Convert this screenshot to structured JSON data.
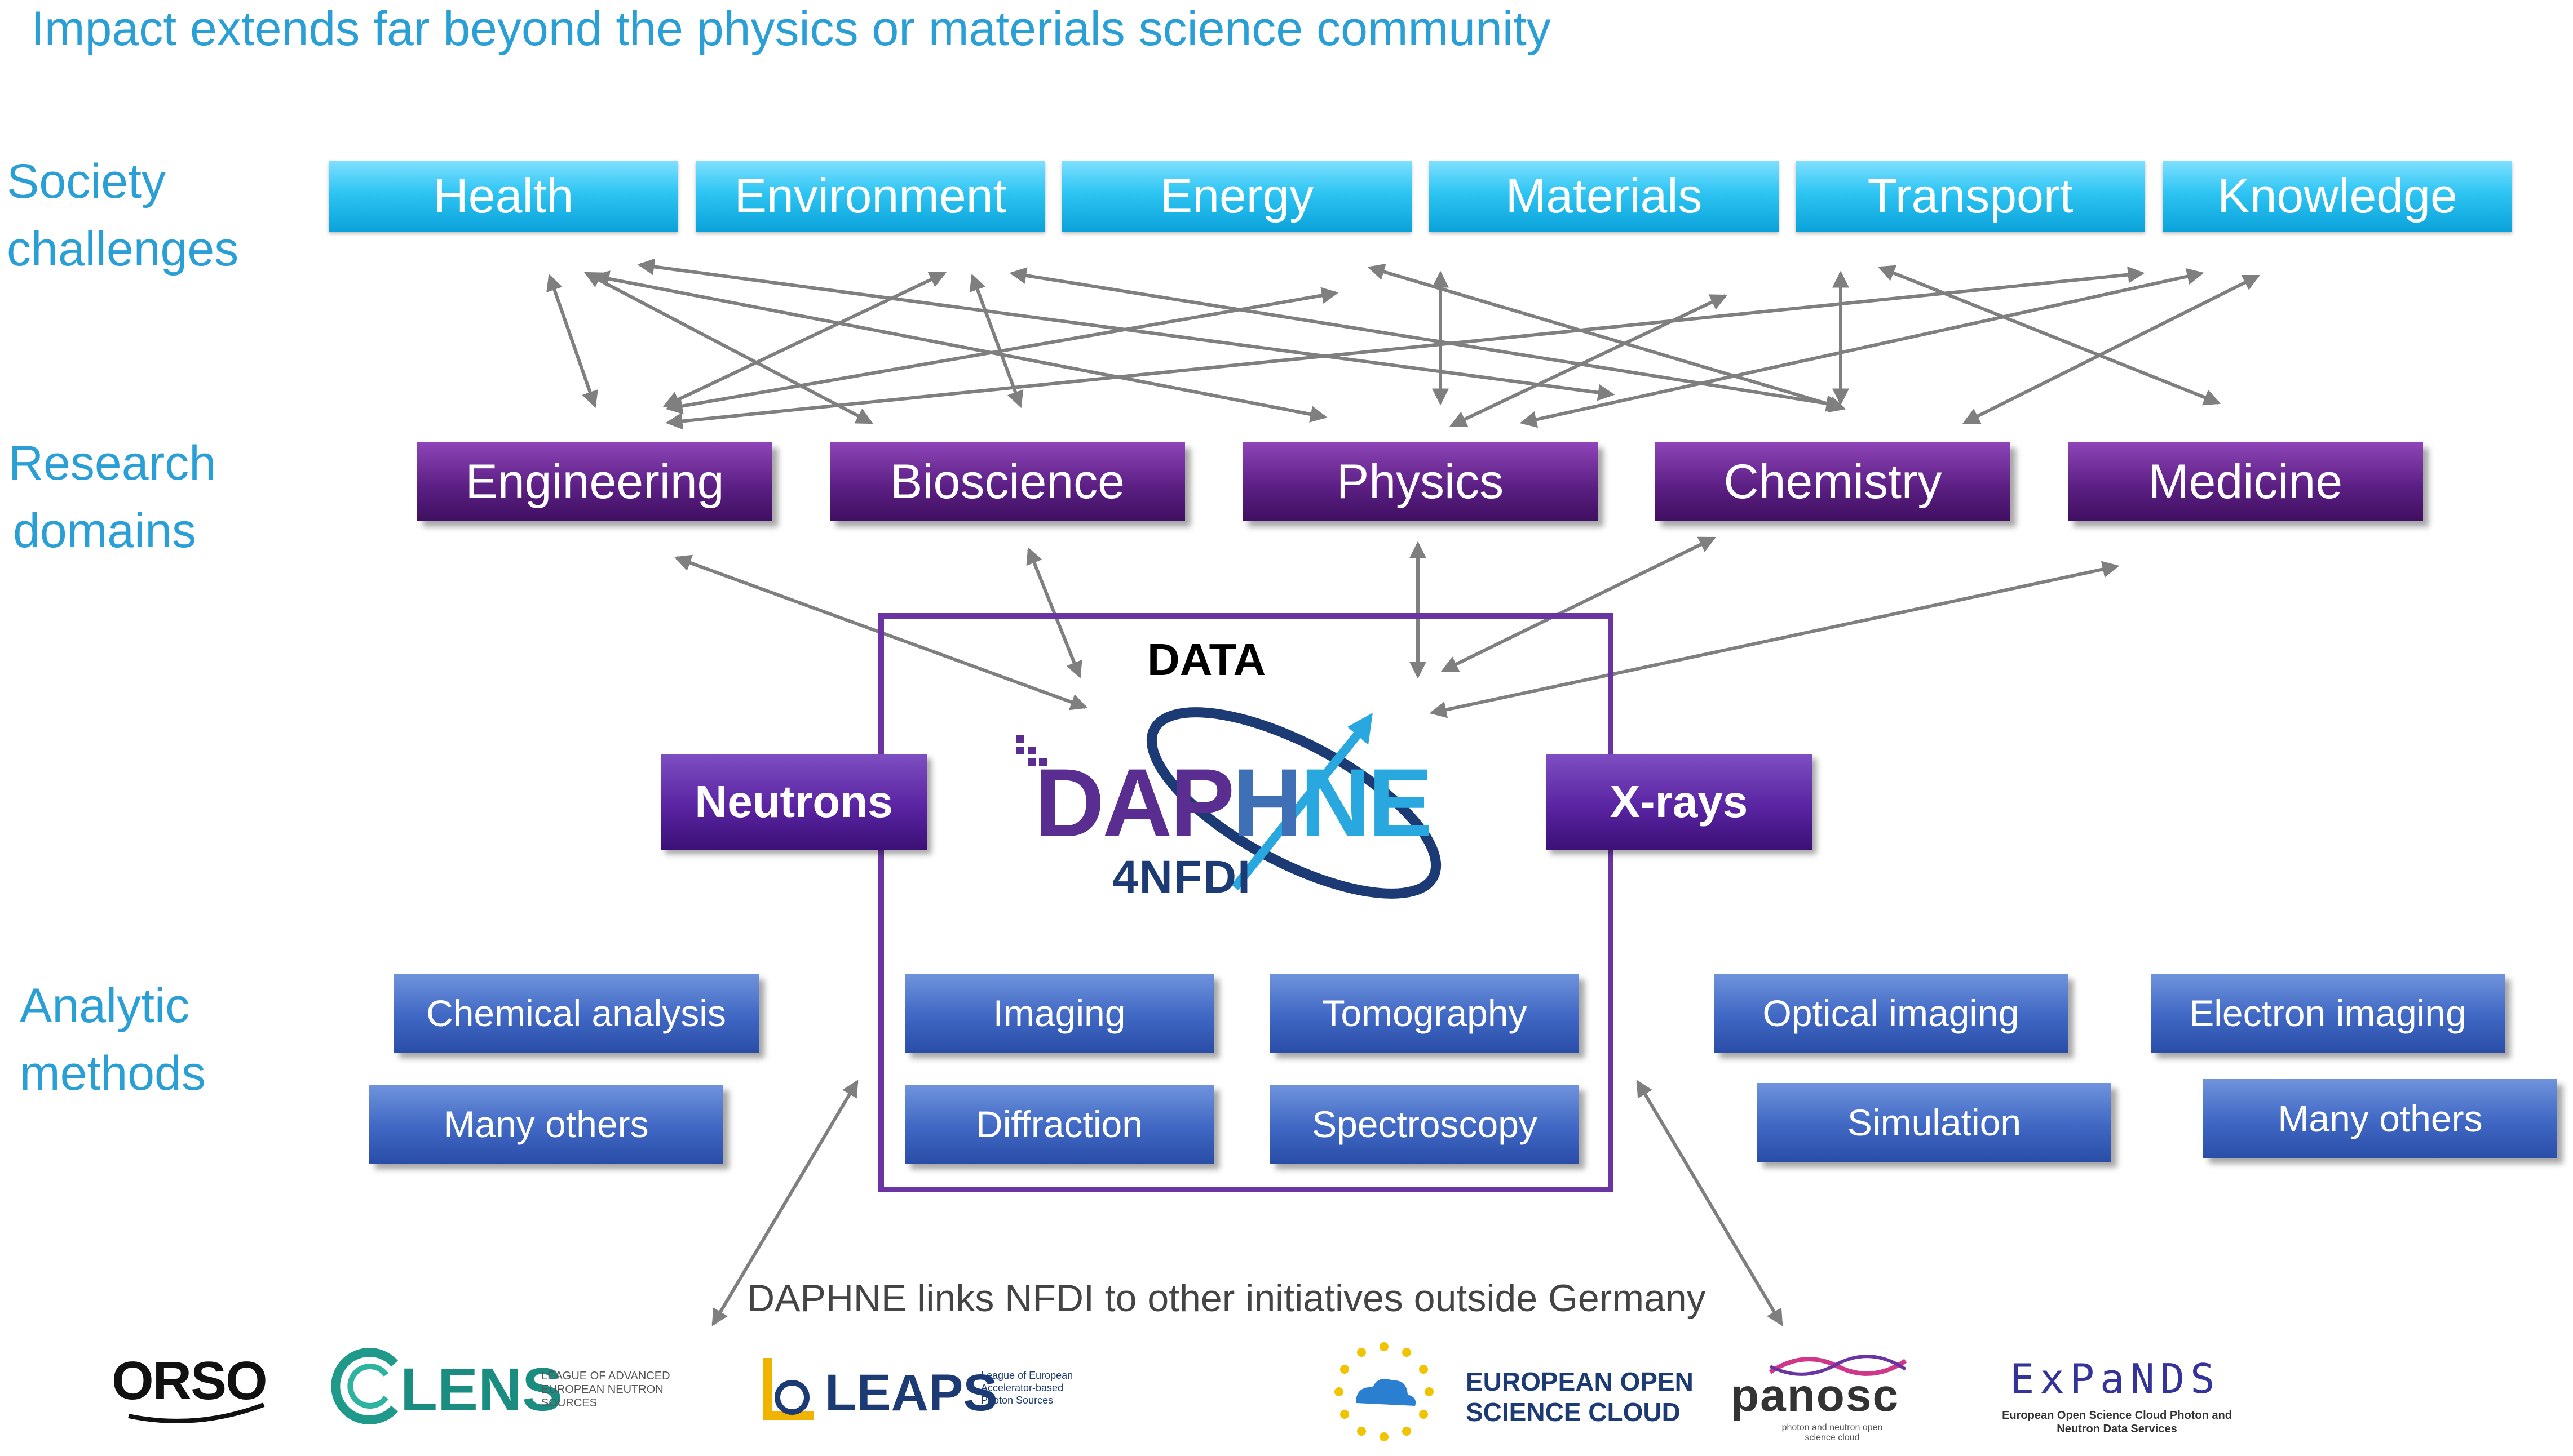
{
  "title": "Impact extends far beyond the physics or materials science community",
  "row_labels": {
    "society_line1": "Society",
    "society_line2": "challenges",
    "research_line1": "Research",
    "research_line2": "domains",
    "analytic_line1": "Analytic",
    "analytic_line2": "methods"
  },
  "society_challenges": [
    "Health",
    "Environment",
    "Energy",
    "Materials",
    "Transport",
    "Knowledge"
  ],
  "research_domains": [
    "Engineering",
    "Bioscience",
    "Physics",
    "Chemistry",
    "Medicine"
  ],
  "probes": {
    "neutrons": "Neutrons",
    "xrays": "X-rays"
  },
  "center": {
    "data_label": "DATA",
    "logo_main_dark": "DAP",
    "logo_main_mid": "H",
    "logo_main_light": "NE",
    "logo_sub": "4NFDI"
  },
  "methods_inside": [
    "Imaging",
    "Tomography",
    "Diffraction",
    "Spectroscopy"
  ],
  "methods_left": [
    "Chemical analysis",
    "Many others"
  ],
  "methods_right": [
    "Optical imaging",
    "Electron imaging",
    "Simulation",
    "Many others"
  ],
  "bottom_text": "DAPHNE links NFDI to other initiatives outside Germany",
  "logos": {
    "orso": "ORSO",
    "lens_main": "LENS",
    "lens_sub": "LEAGUE OF ADVANCED EUROPEAN NEUTRON SOURCES",
    "leaps_main": "LEAPS",
    "leaps_sub": "League of European Accelerator-based Photon Sources",
    "eosc_line1": "EUROPEAN OPEN",
    "eosc_line2": "SCIENCE CLOUD",
    "panosc_main": "panosc",
    "panosc_sub": "photon and neutron open science cloud",
    "expands_main": "ExPaNDS",
    "expands_sub": "European Open Science Cloud Photon and Neutron Data Services"
  },
  "colors": {
    "title_blue": "#2a9fd6",
    "frame_purple": "#6a35a3",
    "arrow_gray": "#7f7f7f",
    "logo_dark_purple": "#5a2d91",
    "logo_light_blue": "#29a8e0",
    "logo_navy": "#1c3a73"
  }
}
